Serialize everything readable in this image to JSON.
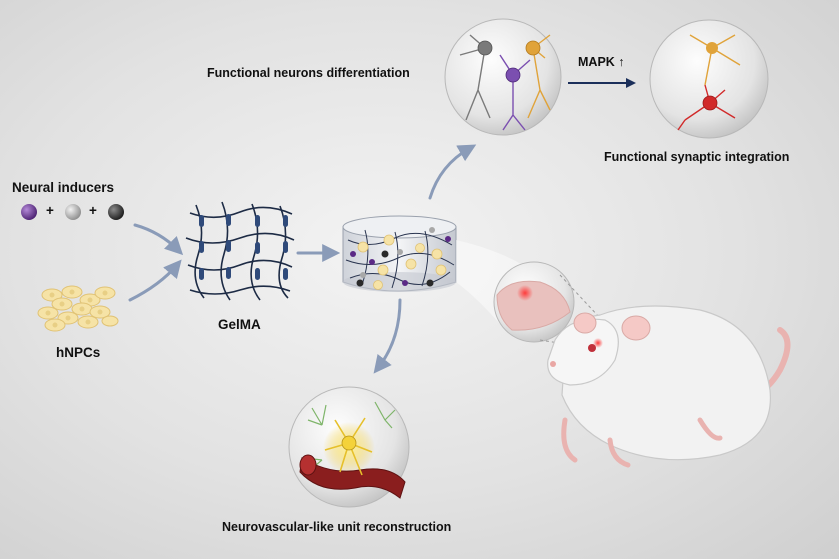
{
  "labels": {
    "neural_inducers": "Neural inducers",
    "hnpcs": "hNPCs",
    "gelma": "GelMA",
    "functional_neurons": "Functional neurons differentiation",
    "mapk": "MAPK",
    "mapk_arrow": "↑",
    "functional_synaptic": "Functional synaptic integration",
    "neurovascular": "Neurovascular-like unit reconstruction",
    "plus_1": "+",
    "plus_2": "+"
  },
  "colors": {
    "inducer_purple": "#5b2a86",
    "inducer_grey": "#a8a8a8",
    "inducer_black": "#2a2a2a",
    "arrow": "#8a9bb8",
    "gel_fiber": "#1d2b45",
    "crosslink": "#2f4a7a",
    "cell_yellow": "#f6e3a6",
    "neuron_grey": "#7a7a7a",
    "neuron_purple": "#7b4fb0",
    "neuron_orange": "#e0a33a",
    "neuron_red": "#d12a2a",
    "vessel_red": "#8a1e1e",
    "astro_green": "#7fb56a",
    "rat_body": "#f2f2f2"
  }
}
